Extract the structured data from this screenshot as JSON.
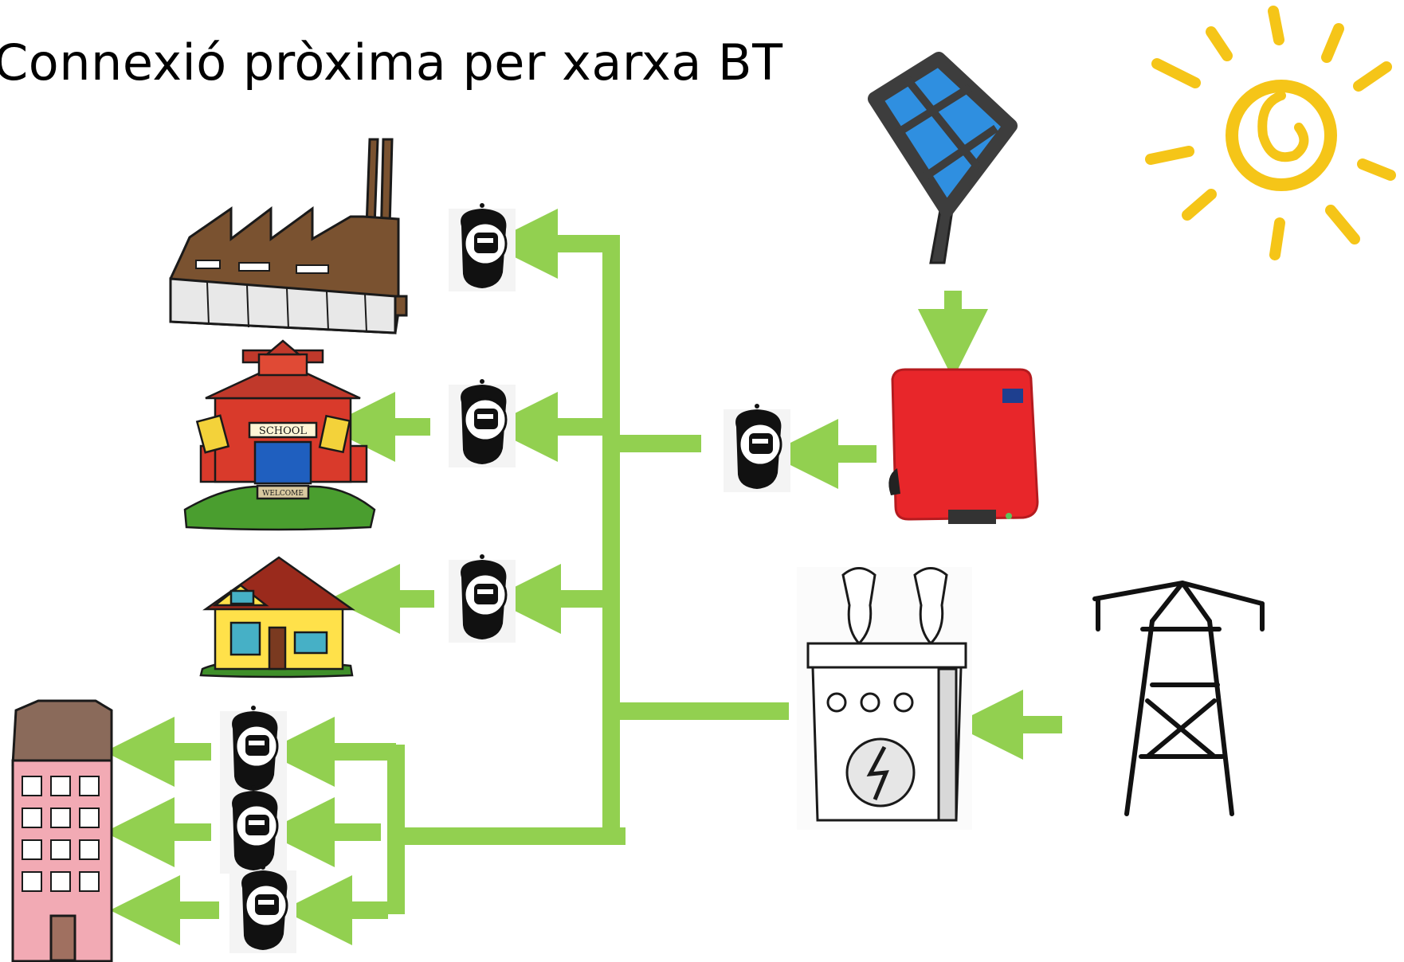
{
  "title": "Connexió pròxima per xarxa BT",
  "colors": {
    "arrow": "#92d050",
    "sun": "#f5c518",
    "factory": "#7a5230",
    "school_wall": "#d93a2b",
    "inverter": "#e8262a",
    "panel": "#2f8fe0",
    "building": "#f2aab4",
    "house_wall": "#ffe14a",
    "house_roof": "#9a2a1c"
  },
  "icons": {
    "sun": "sun-icon",
    "solar_panel": "solar-panel-icon",
    "inverter": "inverter-icon",
    "transformer": "transformer-icon",
    "pylon": "power-pylon-icon",
    "factory": "factory-icon",
    "school": "school-icon",
    "house": "house-icon",
    "apartment": "apartment-building-icon",
    "meter": "electric-meter-icon"
  },
  "labels": {
    "school_sign": "SCHOOL",
    "school_mat": "WELCOME"
  }
}
